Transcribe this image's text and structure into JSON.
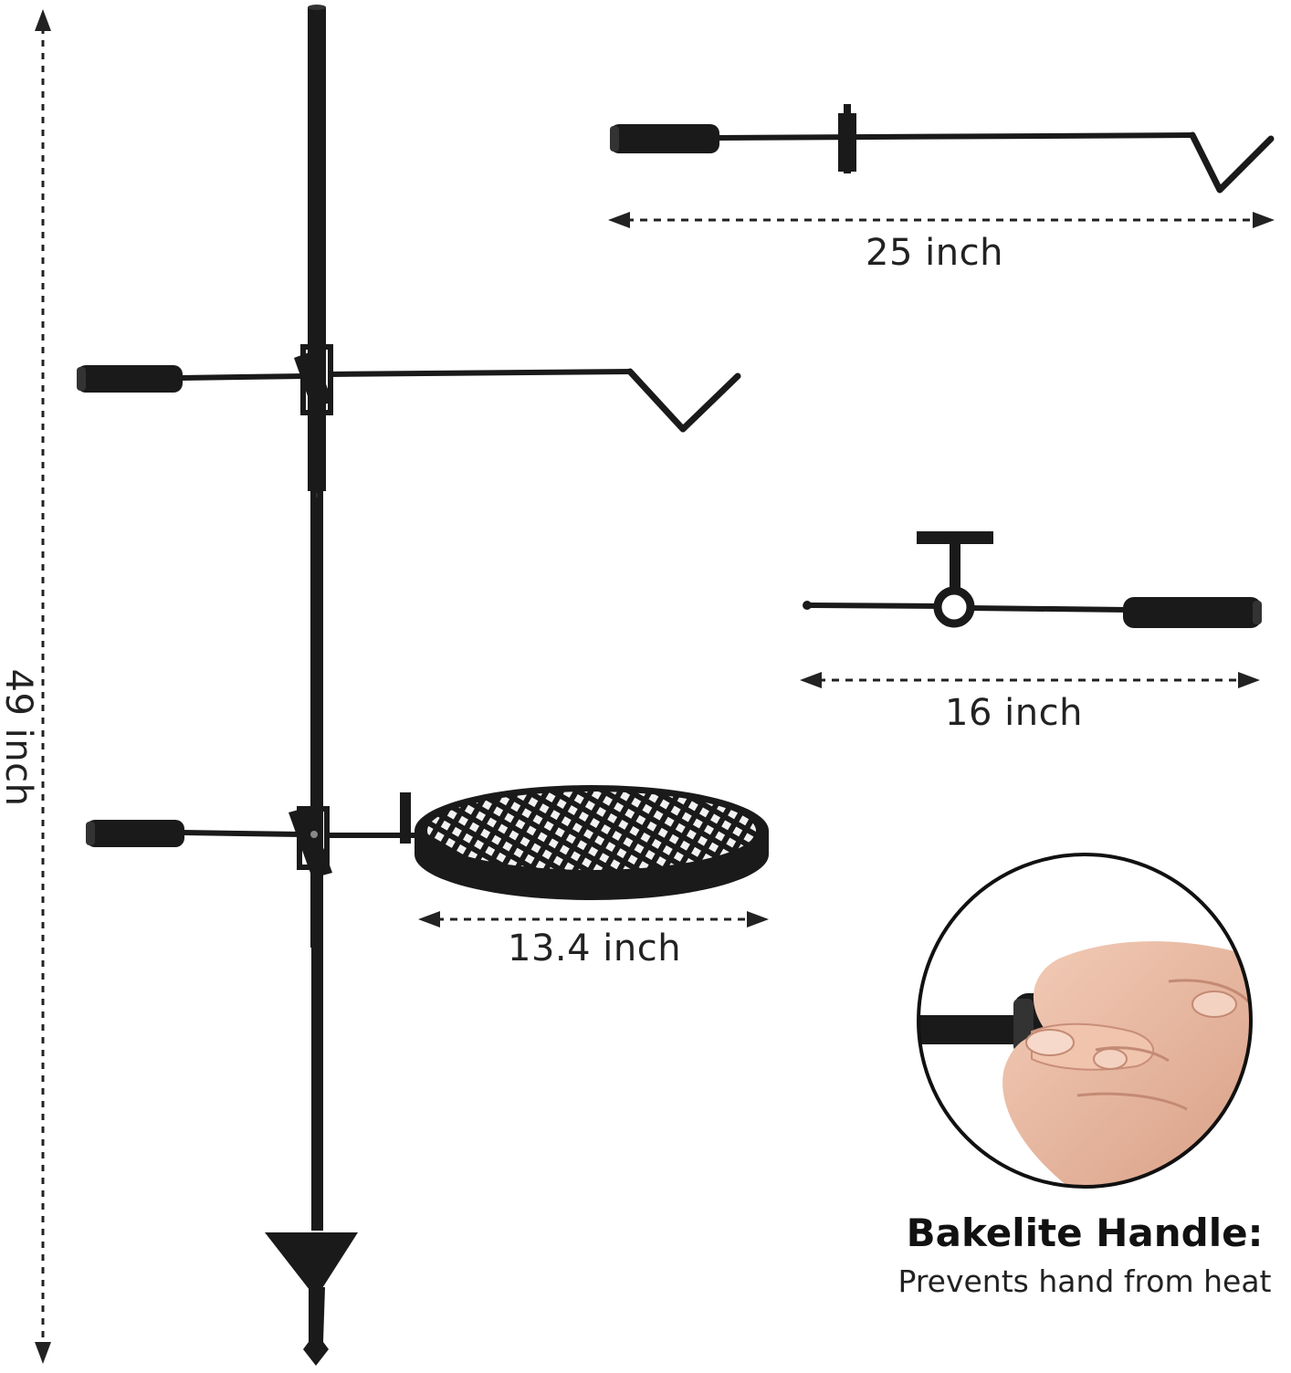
{
  "dimensions": {
    "height": "49 inch",
    "top_hook_arm": "25 inch",
    "grill_arm": "16 inch",
    "grill_grate": "13.4 inch"
  },
  "caption": {
    "title": "Bakelite Handle:",
    "subtitle": "Prevents hand from heat"
  },
  "colors": {
    "metal": "#1a1a1a",
    "background": "#ffffff",
    "skin": "#e8b8a0"
  }
}
